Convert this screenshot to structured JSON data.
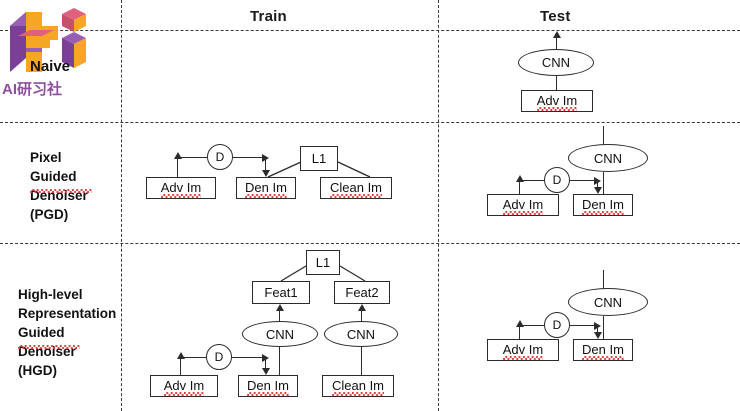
{
  "branding": {
    "logo_name": "ai-yanxishe-logo",
    "logo_text": "AI研习社",
    "logo_colors": {
      "purple": "#7b3f98",
      "orange": "#f5a623",
      "pink": "#e0607e"
    }
  },
  "header": {
    "columns": [
      {
        "id": "train",
        "label": "Train"
      },
      {
        "id": "test",
        "label": "Test"
      }
    ]
  },
  "rows": [
    {
      "id": "naive",
      "label": "Naive"
    },
    {
      "id": "pgd",
      "label": "Pixel\nGuided\nDenoiser\n(PGD)"
    },
    {
      "id": "hgd",
      "label": "High-level\nRepresentation\nGuided\nDenoiser\n(HGD)"
    }
  ],
  "labels": {
    "adv_im": "Adv Im",
    "den_im": "Den Im",
    "clean_im": "Clean Im",
    "cnn": "CNN",
    "denoiser": "D",
    "l1": "L1",
    "feat1": "Feat1",
    "feat2": "Feat2"
  },
  "style": {
    "stroke": "#2b2b2b",
    "divider": "#3a3a3a",
    "spellcheck_underline": "#e23b3b",
    "background": "#ffffff"
  },
  "nodes": {
    "naive_test": [
      {
        "name": "cnn-ellipse",
        "kind": "ellipse",
        "text_key": "cnn"
      },
      {
        "name": "adv-im-box",
        "kind": "box",
        "text_key": "adv_im",
        "spellcheck": true
      }
    ],
    "pgd_train": [
      {
        "name": "adv-im-box",
        "kind": "box",
        "text_key": "adv_im",
        "spellcheck": true
      },
      {
        "name": "denoiser-circle",
        "kind": "circle",
        "text_key": "denoiser"
      },
      {
        "name": "den-im-box",
        "kind": "box",
        "text_key": "den_im",
        "spellcheck": true
      },
      {
        "name": "l1-box",
        "kind": "box",
        "text_key": "l1"
      },
      {
        "name": "clean-im-box",
        "kind": "box",
        "text_key": "clean_im",
        "spellcheck": true
      }
    ],
    "pgd_test": [
      {
        "name": "adv-im-box",
        "kind": "box",
        "text_key": "adv_im",
        "spellcheck": true
      },
      {
        "name": "denoiser-circle",
        "kind": "circle",
        "text_key": "denoiser"
      },
      {
        "name": "den-im-box",
        "kind": "box",
        "text_key": "den_im",
        "spellcheck": true
      },
      {
        "name": "cnn-ellipse",
        "kind": "ellipse",
        "text_key": "cnn"
      }
    ],
    "hgd_train": [
      {
        "name": "adv-im-box",
        "kind": "box",
        "text_key": "adv_im",
        "spellcheck": true
      },
      {
        "name": "denoiser-circle",
        "kind": "circle",
        "text_key": "denoiser"
      },
      {
        "name": "den-im-box",
        "kind": "box",
        "text_key": "den_im",
        "spellcheck": true
      },
      {
        "name": "clean-im-box",
        "kind": "box",
        "text_key": "clean_im",
        "spellcheck": true
      },
      {
        "name": "cnn-ellipse-left",
        "kind": "ellipse",
        "text_key": "cnn"
      },
      {
        "name": "cnn-ellipse-right",
        "kind": "ellipse",
        "text_key": "cnn"
      },
      {
        "name": "feat1-box",
        "kind": "box",
        "text_key": "feat1"
      },
      {
        "name": "feat2-box",
        "kind": "box",
        "text_key": "feat2"
      },
      {
        "name": "l1-box",
        "kind": "box",
        "text_key": "l1"
      }
    ],
    "hgd_test": [
      {
        "name": "adv-im-box",
        "kind": "box",
        "text_key": "adv_im",
        "spellcheck": true
      },
      {
        "name": "denoiser-circle",
        "kind": "circle",
        "text_key": "denoiser"
      },
      {
        "name": "den-im-box",
        "kind": "box",
        "text_key": "den_im",
        "spellcheck": true
      },
      {
        "name": "cnn-ellipse",
        "kind": "ellipse",
        "text_key": "cnn"
      }
    ]
  }
}
